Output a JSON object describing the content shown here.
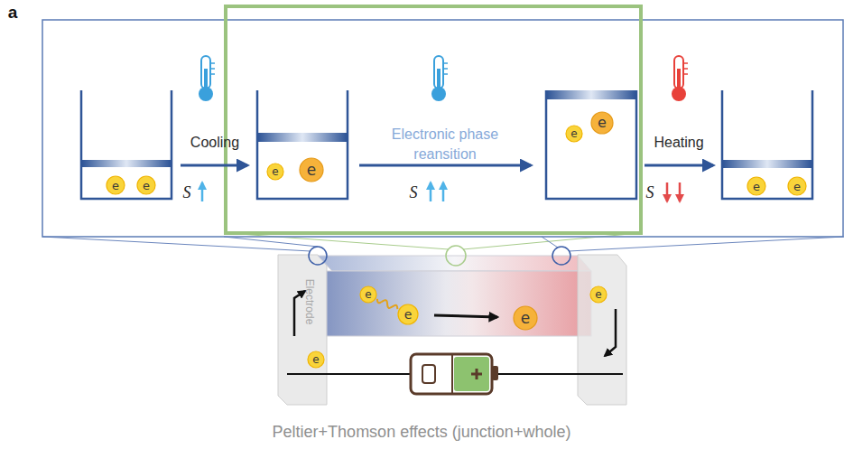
{
  "diagram": {
    "caption": "Peltier+Thomson effects (junction+whole)",
    "nodes": [
      {
        "text": [
          "e"
        ]
      },
      {
        "text": [
          "e"
        ]
      },
      {
        "text": [
          "e"
        ]
      },
      {
        "text": [
          "e"
        ]
      },
      {
        "text": [
          "e"
        ]
      },
      {
        "text": [
          "e"
        ]
      },
      {
        "text": [
          "e"
        ]
      },
      {
        "text": [
          "e"
        ]
      },
      {
        "text": [
          "e"
        ]
      },
      {
        "text": [
          "e"
        ]
      },
      {
        "text": [
          "e"
        ]
      },
      {
        "text": [
          "e"
        ]
      },
      {
        "text": [
          "e"
        ]
      }
    ],
    "edges": [
      {
        "from": 8,
        "to": 9,
        "arrow": "none"
      },
      {
        "from": 9,
        "to": 10,
        "arrow": "to"
      }
    ],
    "labels": [
      "a",
      "Cooling",
      "S",
      "Electronic phase reansition",
      "S",
      "Heating",
      "S",
      "Electrode"
    ]
  }
}
